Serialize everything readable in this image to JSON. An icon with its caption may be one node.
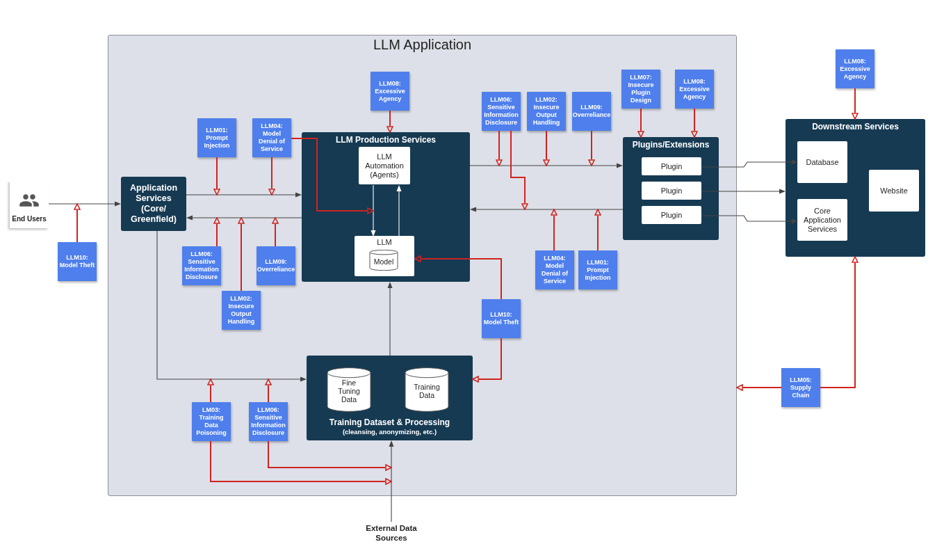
{
  "diagram": {
    "nodes": [
      {
        "text": [
          "LLM Application"
        ]
      },
      {
        "text": [
          "End Users"
        ]
      },
      {
        "text": [
          "Application Services (Core/ Greenfield)"
        ],
        "in": 0
      },
      {
        "text": [
          "LLM Production Services"
        ],
        "in": 0
      },
      {
        "text": [
          "LLM Automation (Agents)"
        ],
        "in": 3
      },
      {
        "text": [
          "LLM"
        ],
        "in": 3
      },
      {
        "text": [
          "Model"
        ],
        "in": 5
      },
      {
        "text": [
          "Plugins/Extensions"
        ],
        "in": 0
      },
      {
        "text": [
          "Plugin"
        ],
        "in": 7
      },
      {
        "text": [
          "Plugin"
        ],
        "in": 7
      },
      {
        "text": [
          "Plugin"
        ],
        "in": 7
      },
      {
        "text": [
          "Downstream Services"
        ]
      },
      {
        "text": [
          "Database"
        ],
        "in": 11
      },
      {
        "text": [
          "Core Application Services"
        ],
        "in": 11
      },
      {
        "text": [
          "Website"
        ],
        "in": 11
      },
      {
        "text": [
          "Training Dataset & Processing",
          "(cleansing, anonymizing, etc.)"
        ],
        "in": 0
      },
      {
        "text": [
          "Fine Tuning Data"
        ],
        "in": 15
      },
      {
        "text": [
          "Training Data"
        ],
        "in": 15
      },
      {
        "text": [
          "External Data Sources"
        ]
      },
      {
        "text": [
          "LLM08: Excessive Agency"
        ]
      },
      {
        "text": [
          "LLM08: Excessive Agency"
        ],
        "in": 0
      },
      {
        "text": [
          "LLM07: Insecure Plugin Design"
        ],
        "in": 0
      },
      {
        "text": [
          "LLM08: Excessive Agency"
        ],
        "in": 0
      },
      {
        "text": [
          "LLM06: Sensitive Information Disclosure"
        ],
        "in": 0
      },
      {
        "text": [
          "LLM02: Insecure Output Handling"
        ],
        "in": 0
      },
      {
        "text": [
          "LLM09: Overreliance"
        ],
        "in": 0
      },
      {
        "text": [
          "LLM01: Prompt Injection"
        ],
        "in": 0
      },
      {
        "text": [
          "LLM04: Model Denial of Service"
        ],
        "in": 0
      },
      {
        "text": [
          "LLM10: Model Theft"
        ]
      },
      {
        "text": [
          "LLM06: Sensitive Information Disclosure"
        ],
        "in": 0
      },
      {
        "text": [
          "LLM09: Overreliance"
        ],
        "in": 0
      },
      {
        "text": [
          "LLM04: Model Denial of Service"
        ],
        "in": 0
      },
      {
        "text": [
          "LLM01: Prompt Injection"
        ],
        "in": 0
      },
      {
        "text": [
          "LLM02: Insecure Output Handling"
        ],
        "in": 0
      },
      {
        "text": [
          "LLM10: Model Theft"
        ],
        "in": 0
      },
      {
        "text": [
          "LLM05: Supply Chain"
        ]
      },
      {
        "text": [
          "LM03: Training Data Poisoning"
        ],
        "in": 0
      },
      {
        "text": [
          "LLM06: Sensitive Information Disclosure"
        ],
        "in": 0
      }
    ],
    "edges": [
      {
        "from": 1,
        "to": 2,
        "arrow": "to",
        "color": "#444444"
      },
      {
        "from": 2,
        "to": 3,
        "arrow": "to",
        "color": "#444444"
      },
      {
        "from": 3,
        "to": 2,
        "arrow": "to",
        "color": "#444444"
      },
      {
        "from": 4,
        "to": 5,
        "arrow": "to",
        "color": "#ffffff"
      },
      {
        "from": 5,
        "to": 4,
        "arrow": "to",
        "color": "#ffffff"
      },
      {
        "from": 3,
        "to": 7,
        "arrow": "to",
        "color": "#444444"
      },
      {
        "from": 7,
        "to": 3,
        "arrow": "to",
        "color": "#444444"
      },
      {
        "from": 8,
        "to": 12,
        "arrow": "to",
        "color": "#444444"
      },
      {
        "from": 9,
        "to": 11,
        "arrow": "to",
        "color": "#444444"
      },
      {
        "from": 10,
        "to": 13,
        "arrow": "to",
        "color": "#444444"
      },
      {
        "from": 2,
        "to": 15,
        "arrow": "to",
        "color": "#444444"
      },
      {
        "from": 15,
        "to": 3,
        "arrow": "to",
        "color": "#444444"
      },
      {
        "from": 18,
        "to": 15,
        "arrow": "to",
        "color": "#444444"
      },
      {
        "from": 19,
        "to": 11,
        "arrow": "to"
      },
      {
        "from": 20,
        "to": 3,
        "arrow": "to"
      },
      {
        "from": 21,
        "to": 7,
        "arrow": "to"
      },
      {
        "from": 22,
        "to": 7,
        "arrow": "to"
      },
      {
        "from": 23,
        "to": null,
        "arrow": "to"
      },
      {
        "from": 23,
        "to": null,
        "arrow": "to"
      },
      {
        "from": 24,
        "to": null,
        "arrow": "to"
      },
      {
        "from": 25,
        "to": null,
        "arrow": "to"
      },
      {
        "from": 26,
        "to": null,
        "arrow": "to"
      },
      {
        "from": 27,
        "to": null,
        "arrow": "to"
      },
      {
        "from": 27,
        "to": null,
        "arrow": "to"
      },
      {
        "from": 28,
        "to": null,
        "arrow": "to"
      },
      {
        "from": 29,
        "to": null,
        "arrow": "to"
      },
      {
        "from": 30,
        "to": null,
        "arrow": "to"
      },
      {
        "from": 33,
        "to": null,
        "arrow": "to"
      },
      {
        "from": 31,
        "to": null,
        "arrow": "to"
      },
      {
        "from": 32,
        "to": null,
        "arrow": "to"
      },
      {
        "from": 34,
        "to": 5,
        "arrow": "to"
      },
      {
        "from": 34,
        "to": 15,
        "arrow": "to"
      },
      {
        "from": 35,
        "to": 11,
        "arrow": "to"
      },
      {
        "from": 35,
        "to": 0,
        "arrow": "to"
      },
      {
        "from": 36,
        "to": null,
        "arrow": "to"
      },
      {
        "from": 37,
        "to": null,
        "arrow": "to"
      },
      {
        "from": 37,
        "to": null,
        "arrow": "to"
      },
      {
        "from": 36,
        "to": null,
        "arrow": "to"
      }
    ]
  }
}
